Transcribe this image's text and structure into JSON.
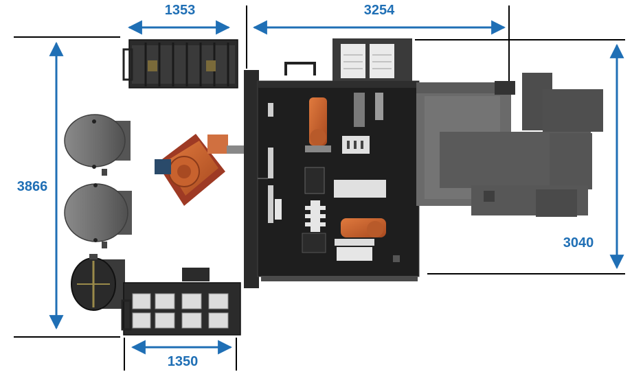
{
  "colors": {
    "dimension": "#1f6fb5",
    "extension_line": "#000000",
    "cell_floor": "#1e1e1e",
    "machine_body": "#4d4d4d",
    "robot": "#c8622e",
    "tank": "#6e6e6e",
    "frame": "#2b2b2b"
  },
  "dimensions": {
    "top_left": "1353",
    "top_right": "3254",
    "left": "3866",
    "right": "3040",
    "bottom": "1350"
  },
  "components": {
    "tanks": [
      "tank-1",
      "tank-2",
      "tank-3"
    ],
    "robots": [
      "robot-1",
      "robot-2",
      "robot-3"
    ],
    "racks": [
      "rack-top",
      "rack-bottom"
    ]
  }
}
